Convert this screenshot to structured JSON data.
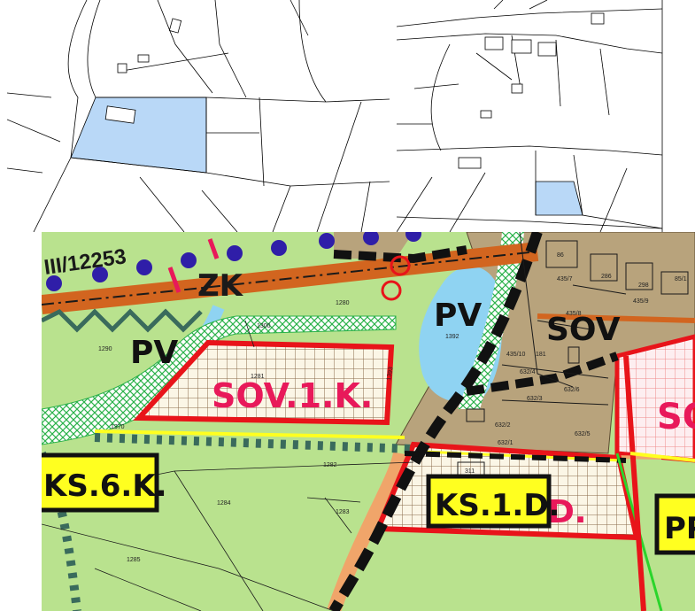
{
  "colors": {
    "highlight_parcel": "#b9d8f7",
    "greenery": "#b9e28e",
    "residential_brown": "#b8a37c",
    "water": "#8fd3f2",
    "new_zone_border": "#e8141a",
    "label_red": "#e8195a",
    "label_box_yellow": "#ffff20",
    "route_blue": "#2f1ea8"
  },
  "zoning_map": {
    "road_code": "III/12253",
    "zones": {
      "zk": "ZK",
      "pv_left": "PV",
      "pv_right": "PV",
      "sov": "SOV",
      "sov_1k": "SOV.1.K.",
      "so_partial": "SO",
      "ks_6k": "KS.6.K.",
      "ks_1d": "KS.1.D.",
      "pp_partial": "PP",
      "red_d": "D."
    },
    "parcels": [
      "1280",
      "1290",
      "1300",
      "1281",
      "1282",
      "1284",
      "1285",
      "1283",
      "1392",
      "1393",
      "435/7",
      "435/8",
      "435/9",
      "435/10",
      "632/4",
      "632/3",
      "632/2",
      "632/6",
      "632/1",
      "632/5",
      "85/1",
      "286",
      "298",
      "181",
      "311",
      "86",
      "1370"
    ]
  }
}
